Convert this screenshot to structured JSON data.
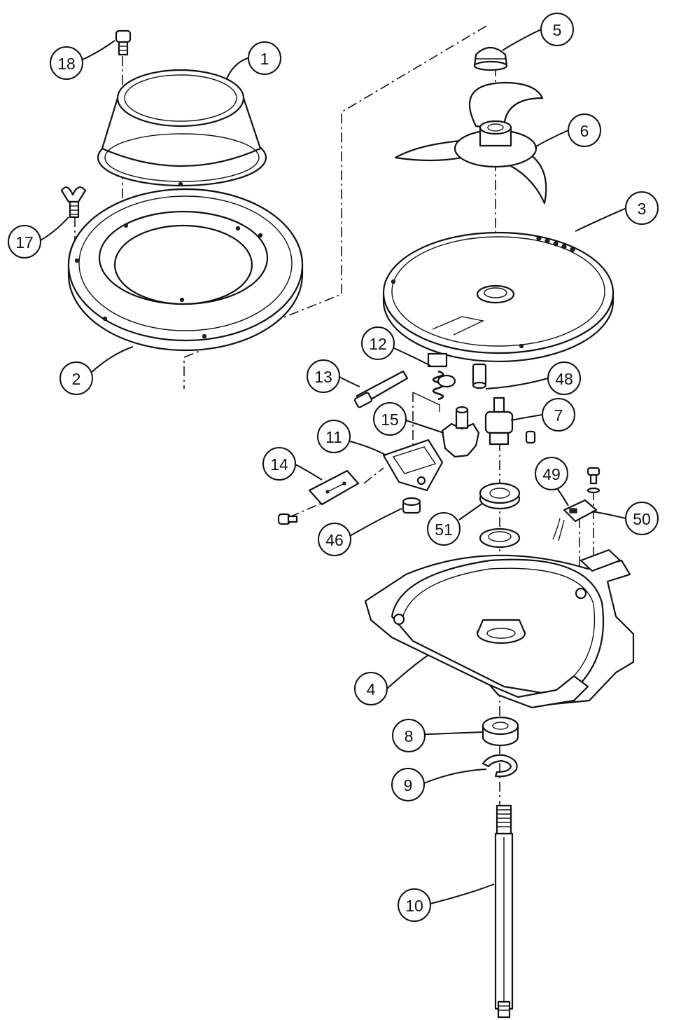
{
  "labels": [
    "1",
    "2",
    "3",
    "4",
    "5",
    "6",
    "7",
    "8",
    "9",
    "10",
    "11",
    "12",
    "13",
    "14",
    "15",
    "17",
    "18",
    "46",
    "48",
    "49",
    "50",
    "51"
  ],
  "colors": {
    "line": "#111111",
    "background": "#ffffff"
  }
}
